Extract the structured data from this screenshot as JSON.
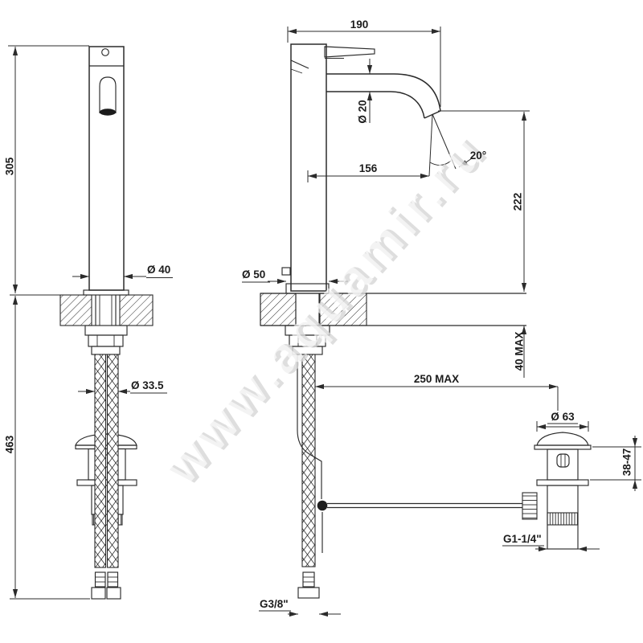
{
  "watermark": "www.aquamir.ru",
  "front_view": {
    "dim_height_above_deck": "305",
    "dim_height_below_deck": "463",
    "dim_body_diameter": "Ø 40",
    "dim_hose_bundle_diameter": "Ø 33.5"
  },
  "side_view": {
    "dim_overall_depth": "190",
    "dim_spout_diameter": "Ø 20",
    "dim_spout_angle": "20°",
    "dim_spout_reach": "156",
    "dim_spout_height": "222",
    "dim_base_diameter": "Ø 50",
    "dim_deck_thickness": "40 MAX",
    "dim_drain_distance": "250 MAX",
    "dim_supply_thread": "G3/8\""
  },
  "drain_view": {
    "dim_cap_diameter": "Ø 63",
    "dim_body_height_range": "38-47",
    "dim_waste_thread": "G1-1/4\""
  }
}
